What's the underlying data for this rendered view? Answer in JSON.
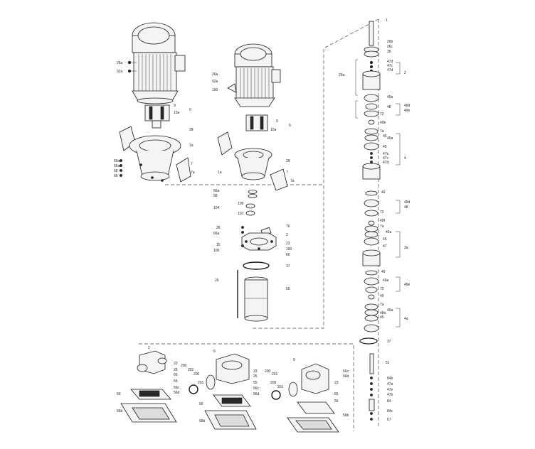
{
  "labels": {
    "a26a": "26a",
    "a92a": "92a",
    "a9": "9",
    "a6": "6",
    "a10a": "10a",
    "a28": "28",
    "a1a": "1a",
    "a66a": "66a",
    "a56a": "56a",
    "a56": "56",
    "a66": "66",
    "a7": "7",
    "a7a": "7a",
    "b26a": "26a",
    "b92a": "92a",
    "b190": "190",
    "b9": "9",
    "b6": "6",
    "b10a": "10a",
    "b28": "28",
    "b1a": "1a",
    "b7": "7",
    "b7a": "7a",
    "b56a": "56a",
    "b58": "58",
    "b109": "109",
    "b104": "104",
    "b110": "110",
    "b36": "36",
    "b66a": "66a",
    "b76": "76",
    "b2": "2",
    "b15": "15",
    "b100": "100",
    "b23": "23",
    "b60": "60",
    "b37": "37",
    "b26": "26",
    "b55": "55",
    "c1": "1",
    "c26b": "26b",
    "c26c": "26c",
    "c3b": "3b",
    "c26a": "26a",
    "c47d": "47d",
    "c47c": "47c",
    "c47d2": "47d",
    "c2": "2",
    "c49a": "49a",
    "c49d": "49d",
    "c48": "48",
    "c49e": "49e",
    "c72": "72",
    "c49b": "49b",
    "c7a": "7a",
    "c45": "45",
    "c45a": "45a",
    "c4": "4",
    "c47e": "47e",
    "c47c2": "47c",
    "c47d3": "47d",
    "c49": "49",
    "c49d2": "49d",
    "c48b": "48",
    "c72b": "72",
    "c49f": "49f",
    "c7a2": "7a",
    "c45a2": "45a",
    "c45b": "45",
    "c47": "47",
    "c3a": "3a",
    "c49g": "49",
    "c49a2": "49a",
    "c49e2": "49e",
    "c72c": "72",
    "c49h": "49",
    "c7a3": "7a",
    "c45a3": "45a",
    "c48a": "48a",
    "c45c": "45",
    "c4a": "4a",
    "c37": "37",
    "c51": "51",
    "c84b": "84b",
    "c47a": "47a",
    "c47e2": "47e",
    "c47b": "47b",
    "c84": "84",
    "c84c": "84c",
    "c67": "67",
    "d2": "2",
    "d23": "23",
    "d25": "25",
    "d66": "66",
    "d55": "55",
    "d56": "56",
    "d56b": "56b",
    "d56c": "56c",
    "d56d": "56d",
    "e200": "200",
    "e201": "201",
    "e9": "9",
    "e23": "23",
    "e25": "25",
    "e55": "55",
    "e56": "56",
    "e56b": "56b",
    "e56c": "56c",
    "e56d": "56d",
    "e200b": "200",
    "e201b": "201",
    "f200": "200",
    "f201": "201",
    "f9": "9",
    "f23": "23",
    "f56c": "56c",
    "f56d": "56d",
    "f55": "55",
    "f56": "56",
    "f56b": "56b",
    "f200b": "200",
    "f201b": "201"
  }
}
